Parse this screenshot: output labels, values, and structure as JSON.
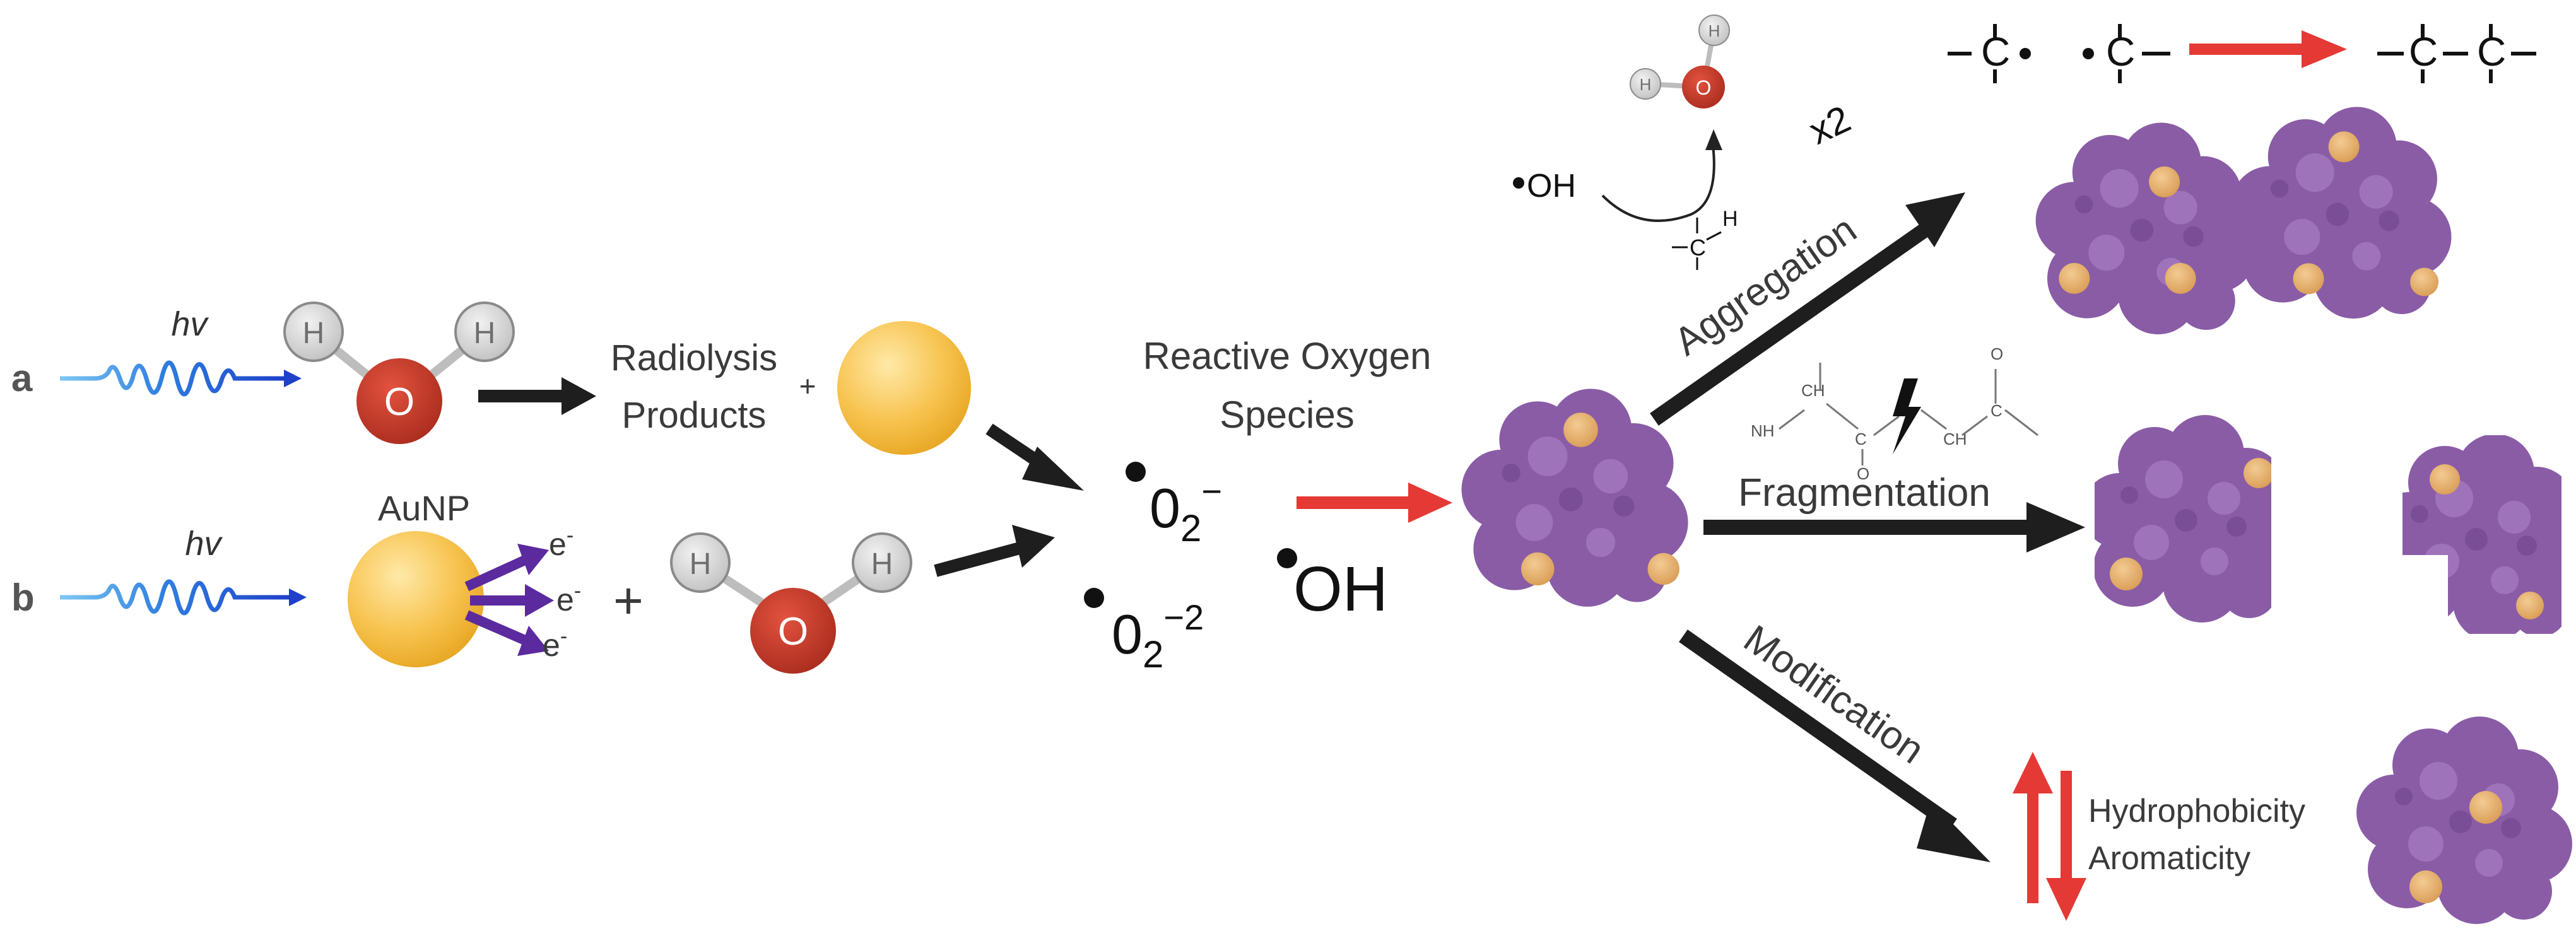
{
  "rows": {
    "a": {
      "label": "a",
      "hv": "hv"
    },
    "b": {
      "label": "b",
      "hv": "hv"
    }
  },
  "water": {
    "h": "H",
    "o": "O"
  },
  "radiolysis": {
    "line1": "Radiolysis",
    "line2": "Products",
    "plus": "+"
  },
  "aunp": {
    "label": "AuNP",
    "electron": "e",
    "electron_sup": "-",
    "plus": "+"
  },
  "ros": {
    "title_line1": "Reactive Oxygen",
    "title_line2": "Species",
    "superoxide": {
      "base": "0",
      "sub": "2",
      "sup": "−"
    },
    "peroxide": {
      "base": "0",
      "sub": "2",
      "sup": "−2"
    },
    "hydroxyl": "OH"
  },
  "pathways": {
    "aggregation": "Aggregation",
    "fragmentation": "Fragmentation",
    "modification": "Modification"
  },
  "aggregation_detail": {
    "radical": "OH",
    "multiplier": "x2",
    "ch_c": "C",
    "ch_h": "H",
    "crosslink_c": "C"
  },
  "peptide": {
    "nh": "NH",
    "ch": "CH",
    "c": "C",
    "o": "O"
  },
  "modification_detail": {
    "line1": "Hydrophobicity",
    "line2": "Aromaticity"
  },
  "colors": {
    "accent_red": "#e53935",
    "arrow_dark": "#1e1e1e",
    "protein": "#8a5ca6",
    "protein_highlight": "#9f73ba",
    "bead": "#e3b170",
    "gold": "#f2b736",
    "oxygen": "#c0392b",
    "hydrogen": "#d9d9d9",
    "wave_blue": "#1f5fd8",
    "electron_arrow": "#5b2a9e"
  }
}
